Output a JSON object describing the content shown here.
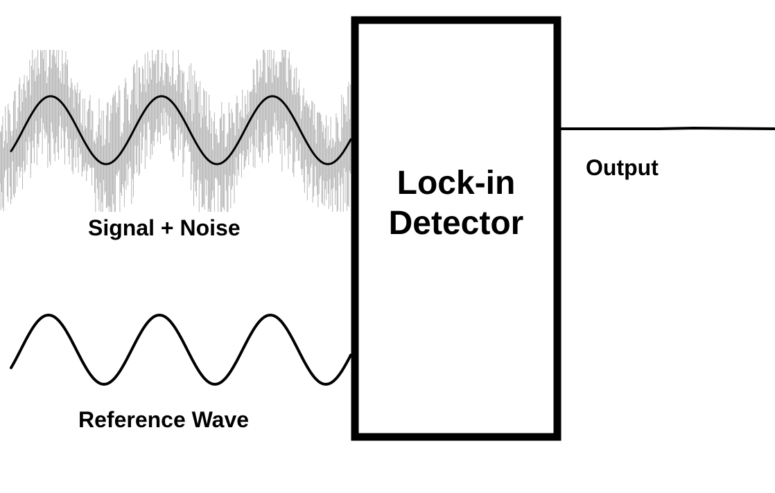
{
  "labels": {
    "signal_plus_noise": "Signal + Noise",
    "reference_wave": "Reference Wave",
    "output": "Output"
  },
  "detector": {
    "title_line1": "Lock-in",
    "title_line2": "Detector"
  },
  "colors": {
    "background": "#ffffff",
    "ink": "#000000",
    "noise": "#a8a8a8"
  },
  "icons": {
    "signal_wave": "sine-wave-with-noise",
    "reference_wave": "sine-wave",
    "output_line": "horizontal-line"
  }
}
